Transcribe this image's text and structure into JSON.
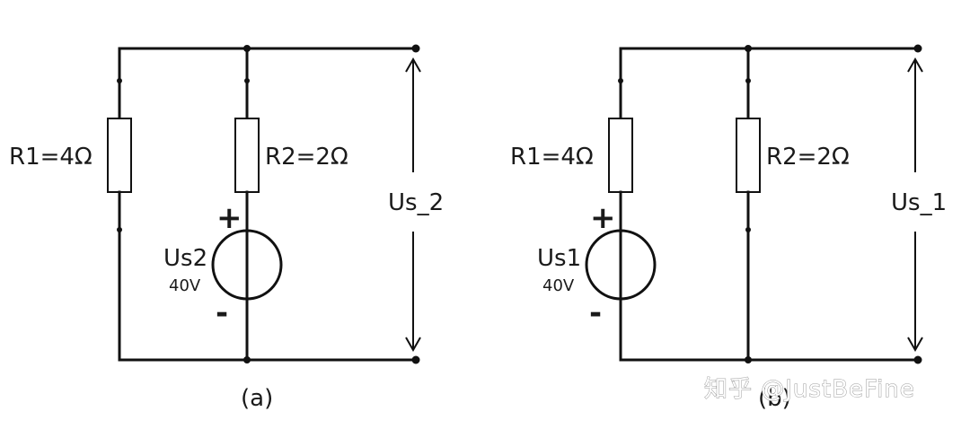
{
  "circuits": [
    {
      "id": "a",
      "r1_label": "R1=4Ω",
      "r2_label": "R2=2Ω",
      "source_name": "Us2",
      "source_value": "40V",
      "plus": "+",
      "minus": "-",
      "voltage_label": "Us_2",
      "caption": "(a)"
    },
    {
      "id": "b",
      "r1_label": "R1=4Ω",
      "r2_label": "R2=2Ω",
      "source_name": "Us1",
      "source_value": "40V",
      "plus": "+",
      "minus": "-",
      "voltage_label": "Us_1",
      "caption": "(b)"
    }
  ],
  "watermark": "知乎 @JustBeFine"
}
